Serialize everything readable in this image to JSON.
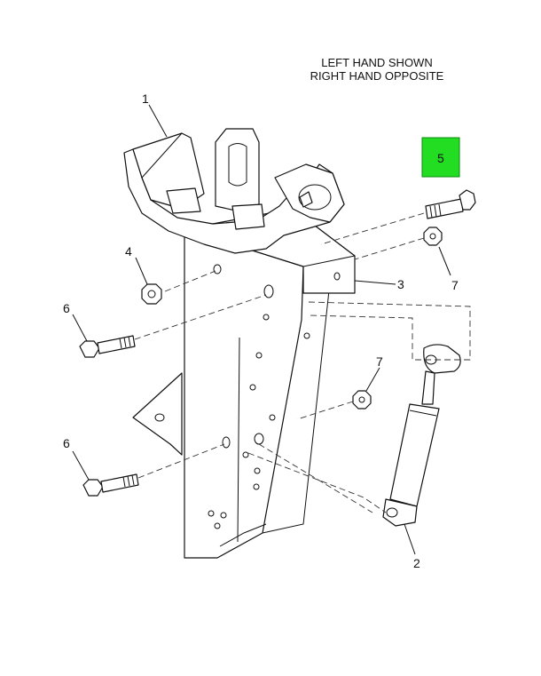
{
  "notes": {
    "line1": "LEFT HAND SHOWN",
    "line2": "RIGHT HAND OPPOSITE"
  },
  "callouts": {
    "c1": "1",
    "c2": "2",
    "c3": "3",
    "c4": "4",
    "c5": "5",
    "c6a": "6",
    "c6b": "6",
    "c7a": "7",
    "c7b": "7"
  },
  "highlight": {
    "color": "#22dd22",
    "part": "5"
  }
}
